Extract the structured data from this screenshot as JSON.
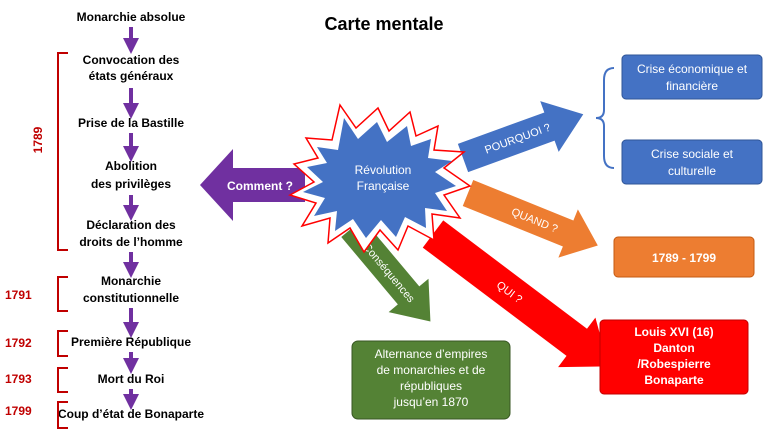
{
  "title": "Carte mentale",
  "center": {
    "line1": "Révolution",
    "line2": "Française"
  },
  "timeline": {
    "steps": [
      {
        "line1": "Monarchie absolue"
      },
      {
        "line1": "Convocation des",
        "line2": "états généraux"
      },
      {
        "line1": "Prise de la Bastille"
      },
      {
        "line1": "Abolition",
        "line2": "des privilèges"
      },
      {
        "line1": "Déclaration des",
        "line2": "droits de l’homme"
      },
      {
        "line1": "Monarchie",
        "line2": "constitutionnelle"
      },
      {
        "line1": "Première République"
      },
      {
        "line1": "Mort du Roi"
      },
      {
        "line1": "Coup d’état de Bonaparte"
      }
    ],
    "years": [
      "1789",
      "1791",
      "1792",
      "1793",
      "1799"
    ]
  },
  "arrows": {
    "comment": "Comment ?",
    "pourquoi": "POURQUOI ?",
    "quand": "QUAND ?",
    "qui": "QUI ?",
    "consequences": "Conséquences"
  },
  "boxes": {
    "crise_eco": {
      "line1": "Crise économique et",
      "line2": "financière"
    },
    "crise_soc": {
      "line1": "Crise sociale et",
      "line2": "culturelle"
    },
    "dates": {
      "line1": "1789 - 1799"
    },
    "qui": {
      "line1": "Louis XVI (16)",
      "line2": "Danton",
      "line3": "/Robespierre",
      "line4": "Bonaparte"
    },
    "consequences": {
      "line1": "Alternance d’empires",
      "line2": "de monarchies et de",
      "line3": "républiques",
      "line4": "jusqu’en 1870"
    }
  },
  "colors": {
    "purple": "#7030a0",
    "blue": "#4472c4",
    "orange": "#ed7d31",
    "red": "#ff0000",
    "green": "#548235",
    "bracket": "#c00000"
  }
}
